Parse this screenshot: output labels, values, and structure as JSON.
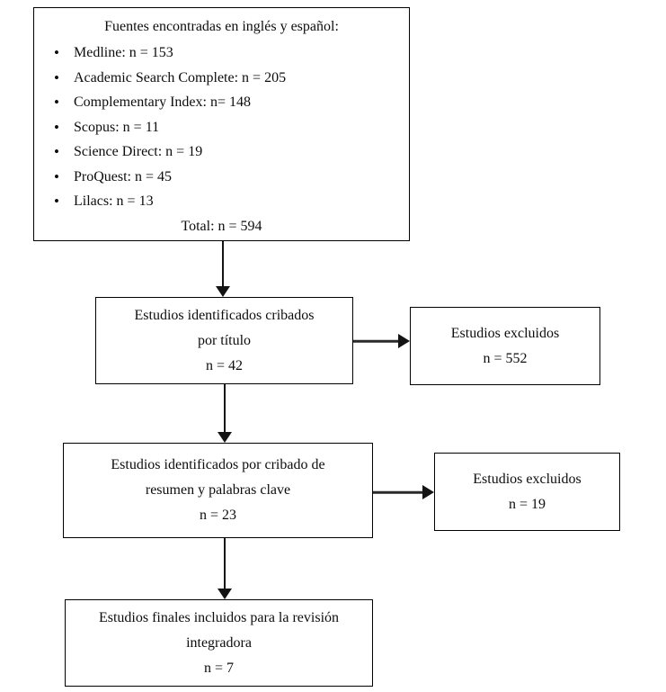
{
  "diagram": {
    "background": "#ffffff",
    "border_color": "#000000",
    "text_color": "#0d0d0d",
    "arrow_color": "#141414",
    "boxes": {
      "sources": {
        "title": "Fuentes encontradas en inglés y español:",
        "items": [
          "Medline: n = 153",
          "Academic Search Complete: n = 205",
          "Complementary Index: n= 148",
          "Scopus: n = 11",
          "Science Direct: n = 19",
          "ProQuest: n = 45",
          "Lilacs: n = 13"
        ],
        "total": "Total: n = 594"
      },
      "screened_by_title": {
        "lines": [
          "Estudios identificados cribados",
          "por título",
          "n = 42"
        ]
      },
      "excluded_after_title": {
        "lines": [
          "Estudios excluidos",
          "n = 552"
        ]
      },
      "screened_by_abstract": {
        "lines": [
          "Estudios identificados por cribado de",
          "resumen y palabras clave",
          "n = 23"
        ]
      },
      "excluded_after_abstract": {
        "lines": [
          "Estudios excluidos",
          "n = 19"
        ]
      },
      "final_included": {
        "lines": [
          "Estudios finales incluidos para la revisión",
          "integradora",
          "n = 7"
        ]
      }
    }
  }
}
